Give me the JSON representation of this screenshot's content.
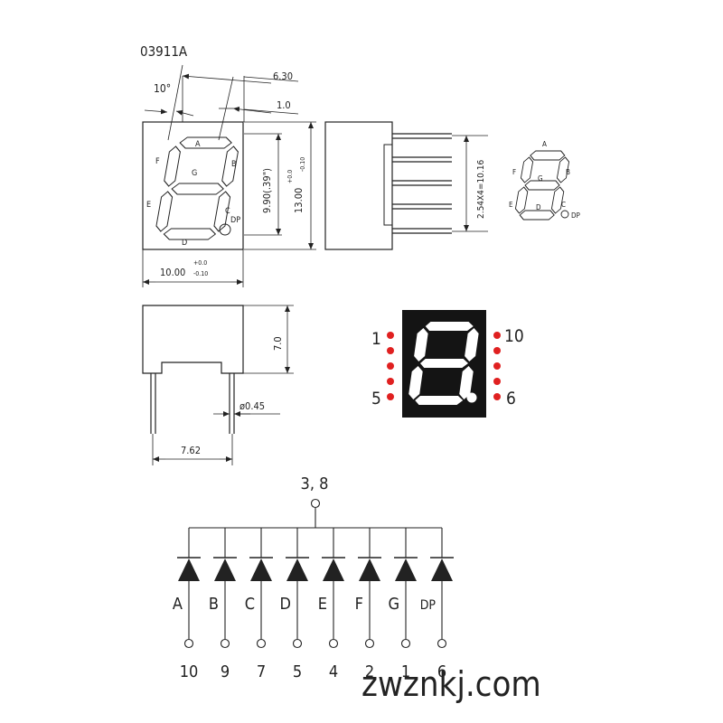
{
  "part_number": "03911A",
  "front_view": {
    "angle_label": "10°",
    "dim_top_label": "6.30",
    "dim_small_label": "1.0",
    "height_inner_label": "9.90(.39\")",
    "height_outer_label": "13.00",
    "height_outer_tol_plus": "+0.0",
    "height_outer_tol_minus": "-0.10",
    "width_label": "10.00",
    "width_tol_plus": "+0.0",
    "width_tol_minus": "-0.10",
    "segments": {
      "a": "A",
      "b": "B",
      "c": "C",
      "d": "D",
      "e": "E",
      "f": "F",
      "g": "G",
      "dp": "DP"
    }
  },
  "side_view": {
    "pitch_label": "2.54X4=10.16"
  },
  "bottom_view": {
    "depth_label": "7.0",
    "pin_dia_label": "ø0.45",
    "row_spacing_label": "7.62"
  },
  "small_diagram": {
    "segments": {
      "a": "A",
      "b": "B",
      "c": "C",
      "d": "D",
      "e": "E",
      "f": "F",
      "g": "G",
      "dp": "DP"
    }
  },
  "pinout": {
    "pin_top_left": "1",
    "pin_bottom_left": "5",
    "pin_top_right": "10",
    "pin_bottom_right": "6",
    "pin_dot_color": "#e02020",
    "body_color": "#141414",
    "segment_color": "#ffffff"
  },
  "schematic": {
    "common_label": "3, 8",
    "diodes": [
      {
        "segment": "A",
        "pin": "10"
      },
      {
        "segment": "B",
        "pin": "9"
      },
      {
        "segment": "C",
        "pin": "7"
      },
      {
        "segment": "D",
        "pin": "5"
      },
      {
        "segment": "E",
        "pin": "4"
      },
      {
        "segment": "F",
        "pin": "2"
      },
      {
        "segment": "G",
        "pin": "1"
      },
      {
        "segment": "DP",
        "pin": "6"
      }
    ]
  },
  "watermark": "zwznkj.com"
}
